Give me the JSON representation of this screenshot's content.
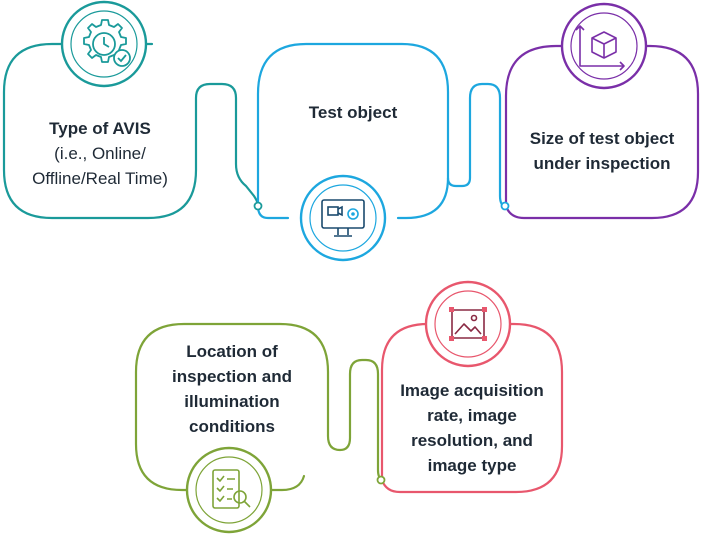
{
  "colors": {
    "teal": "#1a9a9a",
    "blue": "#1da7df",
    "purple": "#7a2fa8",
    "green": "#7ea438",
    "pink": "#e8576d",
    "text": "#1f2a36"
  },
  "cards": {
    "avis_type": {
      "title": "Type of AVIS",
      "detail_1": "(i.e., Online/",
      "detail_2": "Offline/Real Time)",
      "icon": "gear-clock-check-icon"
    },
    "test_object": {
      "title": "Test object",
      "icon": "monitor-gear-icon"
    },
    "object_size": {
      "line_1": "Size of test object",
      "line_2": "under inspection",
      "icon": "cube-axes-icon"
    },
    "location": {
      "line_1": "Location of",
      "line_2": "inspection and",
      "line_3": "illumination",
      "line_4": "conditions",
      "icon": "checklist-magnifier-icon"
    },
    "image_acquisition": {
      "line_1": "Image acquisition",
      "line_2": "rate, image",
      "line_3": "resolution, and",
      "line_4": "image type",
      "icon": "image-frame-icon"
    }
  }
}
